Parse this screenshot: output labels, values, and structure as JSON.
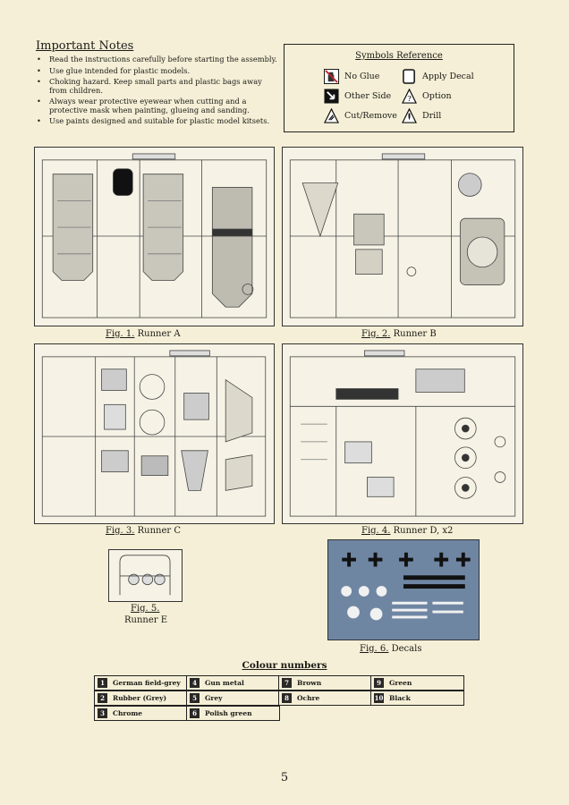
{
  "notes": {
    "title": "Important Notes",
    "items": [
      "Read the instructions carefully before starting the assembly.",
      "Use glue intended for plastic models.",
      "Choking hazard. Keep small parts and plastic bags away from children.",
      "Always wear protective eyewear when cutting and a protective mask when painting, glueing and sanding.",
      "Use paints designed and suitable for plastic model kitsets."
    ]
  },
  "symbols": {
    "title": "Symbols Reference",
    "items": [
      {
        "label": "No Glue",
        "icon": "no-glue-icon"
      },
      {
        "label": "Apply Decal",
        "icon": "apply-decal-icon"
      },
      {
        "label": "Other Side",
        "icon": "other-side-icon"
      },
      {
        "label": "Option",
        "icon": "option-icon"
      },
      {
        "label": "Cut/Remove",
        "icon": "cut-remove-icon"
      },
      {
        "label": "Drill",
        "icon": "drill-icon"
      }
    ]
  },
  "figures": [
    {
      "num": "Fig. 1.",
      "label": "Runner A"
    },
    {
      "num": "Fig. 2.",
      "label": "Runner B"
    },
    {
      "num": "Fig. 3.",
      "label": "Runner C"
    },
    {
      "num": "Fig. 4.",
      "label": "Runner D, x2"
    },
    {
      "num": "Fig. 5.",
      "label": "Runner E"
    },
    {
      "num": "Fig. 6.",
      "label": "Decals"
    }
  ],
  "colours": {
    "title": "Colour numbers",
    "items": [
      {
        "n": "1",
        "name": "German field-grey"
      },
      {
        "n": "4",
        "name": "Gun metal"
      },
      {
        "n": "7",
        "name": "Brown"
      },
      {
        "n": "9",
        "name": "Green"
      },
      {
        "n": "2",
        "name": "Rubber (Grey)"
      },
      {
        "n": "5",
        "name": "Grey"
      },
      {
        "n": "8",
        "name": "Ochre"
      },
      {
        "n": "10",
        "name": "Black"
      },
      {
        "n": "3",
        "name": "Chrome"
      },
      {
        "n": "6",
        "name": "Polish green"
      }
    ]
  },
  "page_number": "5",
  "palette": {
    "paper": "#f4efd6",
    "ink": "#1c1a16",
    "decal_sheet": "#6f86a3"
  }
}
